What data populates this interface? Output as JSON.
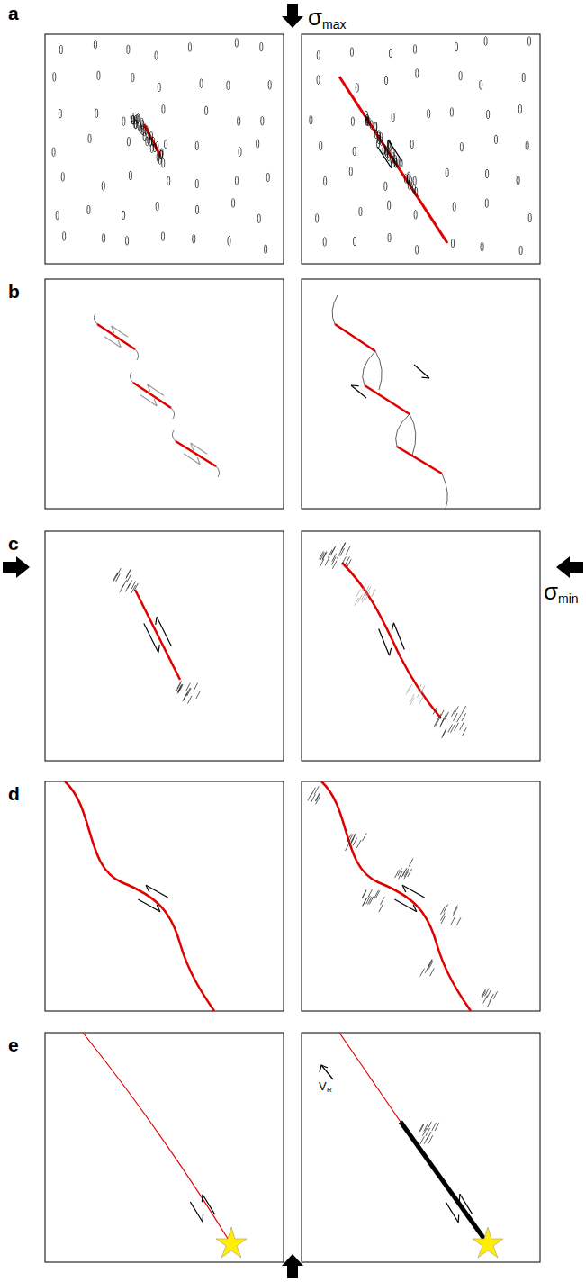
{
  "diagram": {
    "labels": [
      "a",
      "σ",
      "max",
      "b",
      "c",
      "σ",
      "min",
      "d",
      "e",
      "V",
      "R"
    ]
  }
}
